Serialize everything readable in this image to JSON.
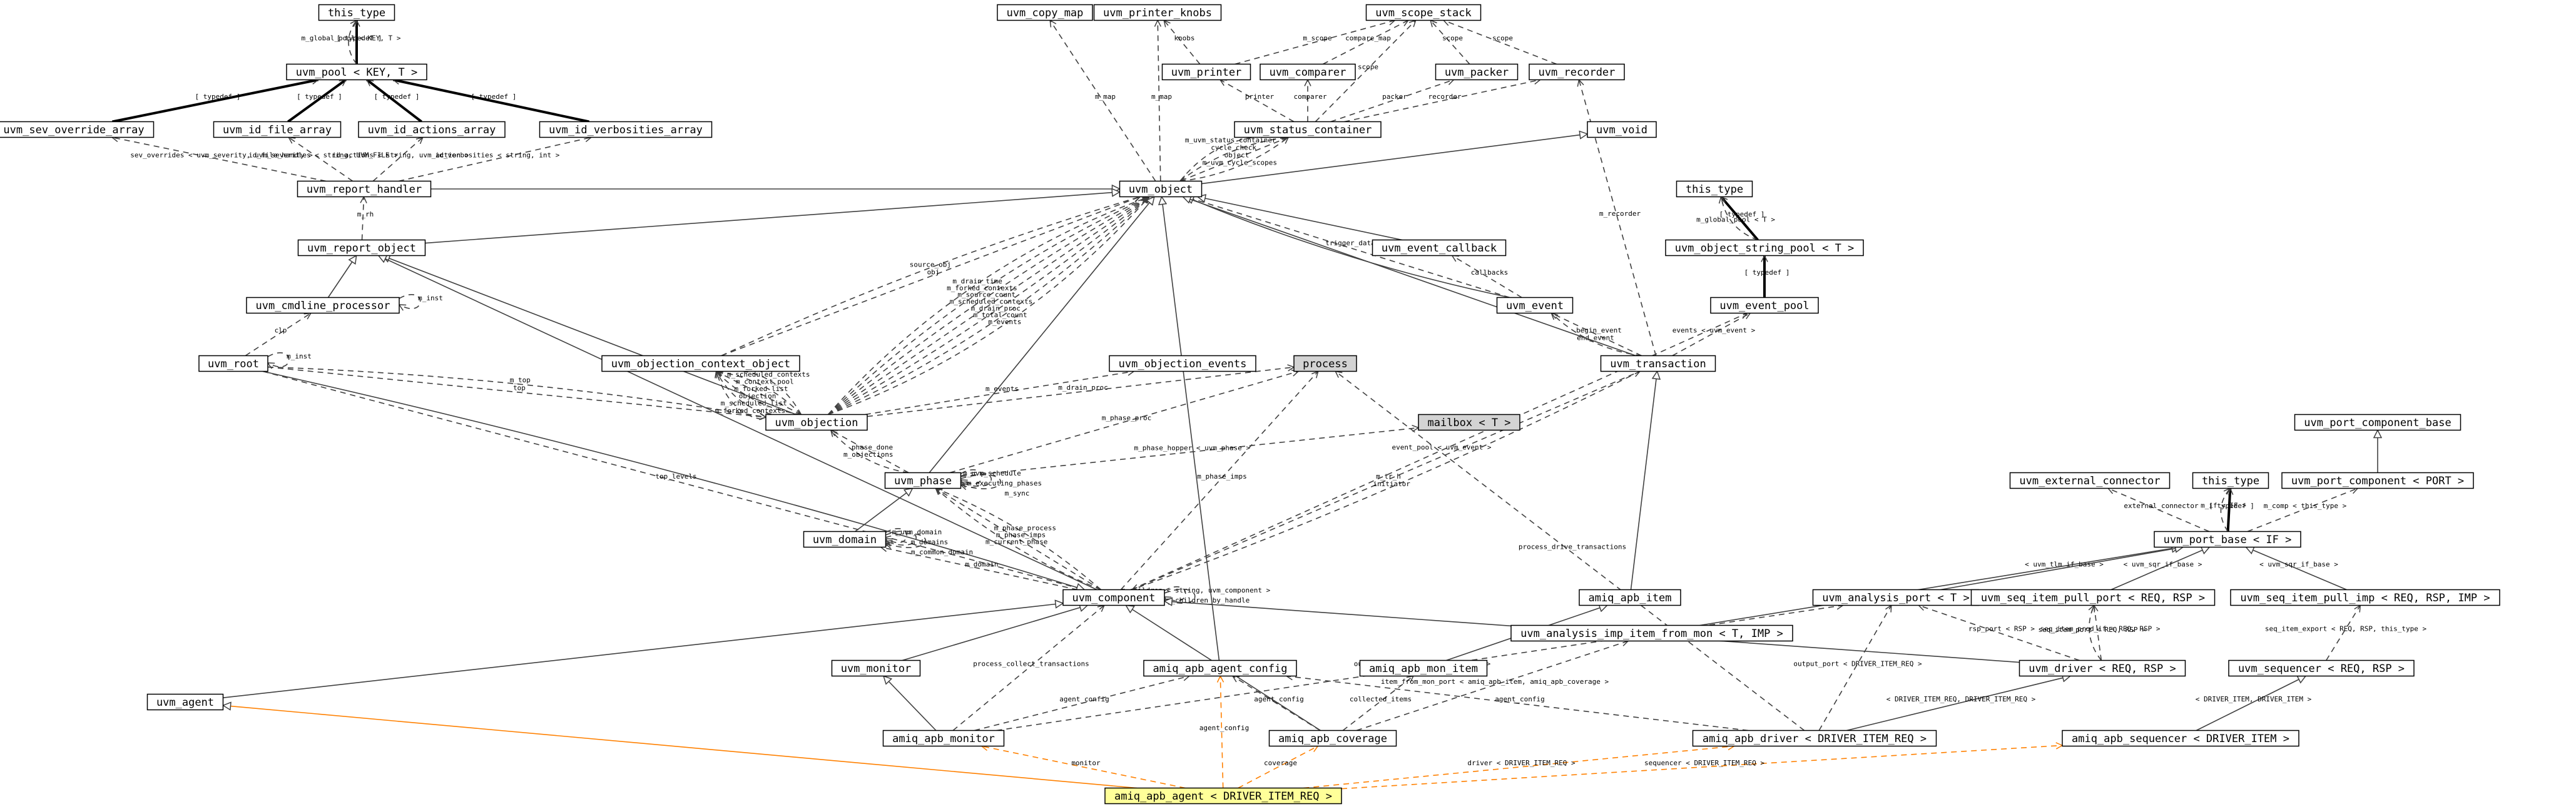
{
  "nodes": {
    "this_type_1": "this_type",
    "uvm_pool": "uvm_pool < KEY, T >",
    "uvm_sev_override_array": "uvm_sev_override_array",
    "uvm_id_file_array": "uvm_id_file_array",
    "uvm_id_actions_array": "uvm_id_actions_array",
    "uvm_id_verbosities_array": "uvm_id_verbosities_array",
    "uvm_report_handler": "uvm_report_handler",
    "uvm_report_object": "uvm_report_object",
    "uvm_cmdline_processor": "uvm_cmdline_processor",
    "uvm_root": "uvm_root",
    "uvm_copy_map": "uvm_copy_map",
    "uvm_printer_knobs": "uvm_printer_knobs",
    "uvm_scope_stack": "uvm_scope_stack",
    "uvm_printer": "uvm_printer",
    "uvm_comparer": "uvm_comparer",
    "uvm_packer": "uvm_packer",
    "uvm_recorder": "uvm_recorder",
    "uvm_status_container": "uvm_status_container",
    "uvm_void": "uvm_void",
    "uvm_object": "uvm_object",
    "this_type_2": "this_type",
    "uvm_object_string_pool": "uvm_object_string_pool < T >",
    "uvm_event_callback": "uvm_event_callback",
    "uvm_event": "uvm_event",
    "uvm_event_pool": "uvm_event_pool",
    "uvm_transaction": "uvm_transaction",
    "uvm_objection_context_object": "uvm_objection_context_object",
    "uvm_objection_events": "uvm_objection_events",
    "process": "process",
    "uvm_objection": "uvm_objection",
    "mailbox": "mailbox < T >",
    "uvm_phase": "uvm_phase",
    "uvm_domain": "uvm_domain",
    "uvm_component": "uvm_component",
    "amiq_apb_item": "amiq_apb_item",
    "uvm_analysis_imp_item_from_mon": "uvm_analysis_imp_item_from_mon < T, IMP >",
    "uvm_analysis_port": "uvm_analysis_port < T >",
    "uvm_external_connector": "uvm_external_connector",
    "this_type_3": "this_type",
    "uvm_port_component_base": "uvm_port_component_base",
    "uvm_port_component": "uvm_port_component < PORT >",
    "uvm_port_base": "uvm_port_base < IF >",
    "uvm_seq_item_pull_port": "uvm_seq_item_pull_port < REQ, RSP >",
    "uvm_seq_item_pull_imp": "uvm_seq_item_pull_imp < REQ, RSP, IMP >",
    "uvm_driver": "uvm_driver < REQ, RSP >",
    "uvm_sequencer": "uvm_sequencer < REQ, RSP >",
    "uvm_monitor": "uvm_monitor",
    "amiq_apb_agent_config": "amiq_apb_agent_config",
    "amiq_apb_mon_item": "amiq_apb_mon_item",
    "uvm_agent": "uvm_agent",
    "amiq_apb_monitor": "amiq_apb_monitor",
    "amiq_apb_coverage": "amiq_apb_coverage",
    "amiq_apb_driver": "amiq_apb_driver < DRIVER_ITEM_REQ >",
    "amiq_apb_sequencer": "amiq_apb_sequencer < DRIVER_ITEM >",
    "amiq_apb_agent": "amiq_apb_agent < DRIVER_ITEM_REQ >"
  },
  "edge_labels": {
    "typedef": "[ typedef ]",
    "m_global_pool_kt": "m_global_pool < KEY, T >",
    "sev_overrides": "sev_overrides < uvm_severity, uvm_severity >",
    "id_file_handles": "id_file_handles < string, UVM_FILE >",
    "id_actions": "id_actions < string, uvm_action >",
    "id_verbosities": "id_verbosities < string, int >",
    "m_rh": "m_rh",
    "m_inst": "m_inst",
    "clp": "clp",
    "top": "top",
    "m_top": "m_top",
    "top_levels": "top_levels",
    "m_drain_time": "m_drain_time",
    "m_events": "m_events",
    "m_map": "m_map",
    "knobs": "knobs",
    "m_scope": "m_scope",
    "compare_map": "compare_map",
    "scope": "scope",
    "printer": "printer",
    "comparer": "comparer",
    "packer": "packer",
    "recorder": "recorder",
    "object": "object",
    "cycle_check": "cycle_check",
    "m_uvm_cycle_scopes": "m_uvm_cycle_scopes",
    "m_uvm_status_container": "m_uvm_status_container",
    "m_global_pool_t": "m_global_pool < T >",
    "m_recorder": "m_recorder",
    "trigger_data": "trigger_data",
    "callbacks": "callbacks",
    "begin_event": "begin_event",
    "end_event": "end_event",
    "events_uvm_event": "events < uvm_event >",
    "obj": "obj",
    "source_obj": "source_obj",
    "m_scheduled_contexts": "m_scheduled_contexts",
    "m_source_count": "m_source_count",
    "m_drain_proc": "m_drain_proc",
    "m_forked_contexts": "m_forked_contexts",
    "m_total_count": "m_total_count",
    "m_forked_list": "m_forked_list",
    "objection": "objection",
    "m_context_pool": "m_context_pool",
    "m_scheduled_list": "m_scheduled_list",
    "m_objections": "m_objections",
    "phase_done": "phase_done",
    "m_phase_proc": "m_phase_proc",
    "m_phase_hopper": "m_phase_hopper < uvm_phase >",
    "m_uvm_schedule": "m_uvm_schedule",
    "m_executing_phases": "m_executing_phases",
    "m_sync": "m_sync",
    "m_phase_process": "m_phase_process",
    "m_uvm_domain": "m_uvm_domain",
    "m_domains": "m_domains",
    "m_common_domain": "m_common_domain",
    "m_phase_imps": "m_phase_imps",
    "m_current_phase": "m_current_phase",
    "m_domain": "m_domain",
    "m_tr_h": "m_tr_h",
    "initiator": "initiator",
    "event_pool": "event_pool < uvm_event >",
    "m_children": "m_children < string, uvm_component >",
    "m_children_by_handle": "m_children_by_handle",
    "process_collect_transactions": "process_collect_transactions",
    "process_drive_transactions": "process_drive_transactions",
    "uvm_tlm_if_base": "< uvm_tlm_if_base >",
    "m_if": "m_if < IF >",
    "m_comp": "m_comp < this_type >",
    "external_connector": "external_connector",
    "uvm_sqr_if_base": "< uvm_sqr_if_base >",
    "rsp_port": "rsp_port < RSP >",
    "seq_item_prod_if": "seq_item_prod_if < REQ, RSP >",
    "seq_item_port": "seq_item_port < REQ, RSP >",
    "seq_item_export": "seq_item_export < REQ, RSP, this_type >",
    "output_port_item": "output_port < amiq_apb_mon_item >",
    "output_port_driver": "output_port < DRIVER_ITEM_REQ >",
    "agent_config": "agent_config",
    "collected_items": "collected_items",
    "item_from_mon_port": "item_from_mon_port < amiq_apb_item, amiq_apb_coverage >",
    "driver_item_req_rsp": "< DRIVER_ITEM_REQ, DRIVER_ITEM_REQ >",
    "driver_item_item": "< DRIVER_ITEM, DRIVER_ITEM >",
    "monitor": "monitor",
    "coverage": "coverage",
    "driver_item": "driver < DRIVER_ITEM_REQ >",
    "sequencer_item": "sequencer < DRIVER_ITEM_REQ >"
  },
  "colors": {
    "focus_node": "#ffff99",
    "gray_node": "#d3d3d3",
    "aggregation": "#404040",
    "agent_relation": "#ff8000"
  }
}
